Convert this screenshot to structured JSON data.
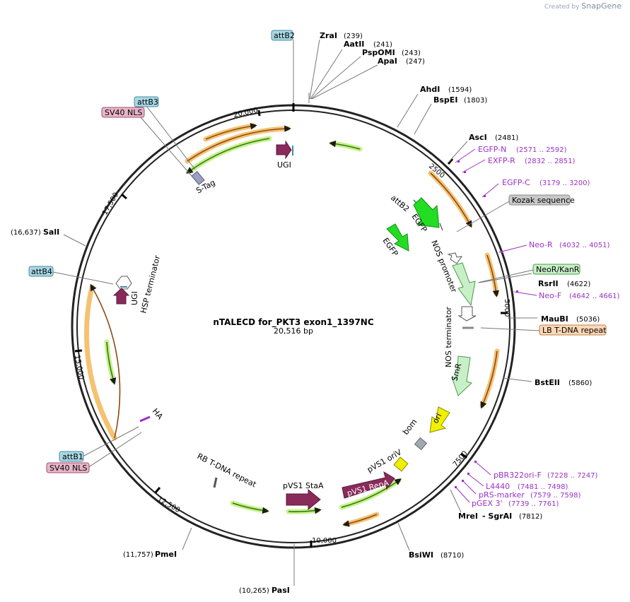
{
  "watermark": {
    "prefix": "Created by",
    "brand": "SnapGene"
  },
  "map": {
    "name": "nTALECD for_PKT3 exon1_1397NC",
    "length": "20,516 bp"
  },
  "ticks": [
    "2500",
    "5000",
    "7500",
    "10,000",
    "12,500",
    "15,000",
    "17,500",
    "20,000"
  ],
  "sites": [
    {
      "name": "ZraI",
      "pos": "(239)"
    },
    {
      "name": "AatII",
      "pos": "(241)"
    },
    {
      "name": "PspOMI",
      "pos": "(243)"
    },
    {
      "name": "ApaI",
      "pos": "(247)"
    },
    {
      "name": "AhdI",
      "pos": "(1594)"
    },
    {
      "name": "BspEI",
      "pos": "(1803)"
    },
    {
      "name": "AscI",
      "pos": "(2481)"
    },
    {
      "name": "RsrII",
      "pos": "(4622)"
    },
    {
      "name": "MauBI",
      "pos": "(5036)"
    },
    {
      "name": "BstEII",
      "pos": "(5860)"
    },
    {
      "name": "MreI",
      "pos": "- SgrAI"
    },
    {
      "name": "BsiWI",
      "pos": "(8710)"
    },
    {
      "name": "PasI",
      "pos": "(10,265)"
    },
    {
      "name": "PmeI",
      "pos": "(11,757)"
    },
    {
      "name": "SalI",
      "pos": "(16,637)"
    }
  ],
  "mre_pos": "(7812)",
  "primers": [
    {
      "name": "EGFP-N",
      "pos": "(2571 .. 2592)"
    },
    {
      "name": "EXFP-R",
      "pos": "(2832 .. 2851)"
    },
    {
      "name": "EGFP-C",
      "pos": "(3179 .. 3200)"
    },
    {
      "name": "Neo-R",
      "pos": "(4032 .. 4051)"
    },
    {
      "name": "Neo-F",
      "pos": "(4642 .. 4661)"
    },
    {
      "name": "pBR322ori-F",
      "pos": "(7228 .. 7247)"
    },
    {
      "name": "L4440",
      "pos": "(7481 .. 7498)"
    },
    {
      "name": "pRS-marker",
      "pos": "(7579 .. 7598)"
    },
    {
      "name": "pGEX 3'",
      "pos": "(7739 .. 7761)"
    }
  ],
  "boxes": [
    {
      "label": "attB2",
      "color": "#a8d8e4"
    },
    {
      "label": "attB3",
      "color": "#a8d8e4"
    },
    {
      "label": "SV40 NLS",
      "color": "#e8b4c8"
    },
    {
      "label": "Kozak sequence",
      "color": "#c8c8c8"
    },
    {
      "label": "NeoR/KanR",
      "color": "#c8f0c8"
    },
    {
      "label": "LB T-DNA repeat",
      "color": "#fad8b8"
    },
    {
      "label": "attB4",
      "color": "#a8d8e4"
    },
    {
      "label": "attB1",
      "color": "#a8d8e4"
    },
    {
      "label": "SV40 NLS",
      "color": "#e8b4c8"
    }
  ],
  "features": {
    "ugi_top": "UGI",
    "stag": "S-Tag",
    "attb2_inner": "attB2",
    "egfp1": "EGFP",
    "egfp2": "EGFP",
    "nos_promoter": "NOS promoter",
    "nos_terminator": "NOS terminator",
    "smr": "SmR",
    "ori": "ori",
    "bom": "bom",
    "pvs1_oriv": "pVS1 oriV",
    "pvs1_repa": "pVS1 RepA",
    "pvs1_staa": "pVS1 StaA",
    "rb_repeat": "RB T-DNA repeat",
    "ha": "HA",
    "ugi_left": "UGI",
    "hsp_term": "HSP terminator"
  }
}
